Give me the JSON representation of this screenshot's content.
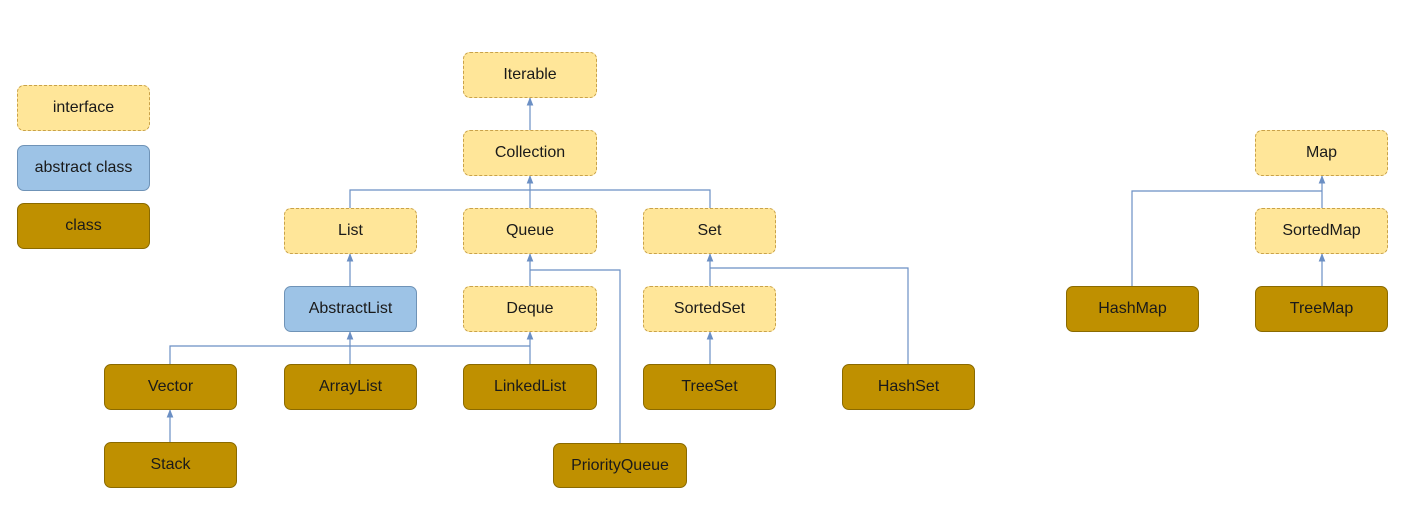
{
  "legend": {
    "interface": "interface",
    "abstract": "abstract class",
    "class": "class"
  },
  "colors": {
    "interface_fill": "#ffe699",
    "abstract_fill": "#9dc3e6",
    "class_fill": "#bf9000",
    "edge": "#6b8fc4"
  },
  "nodes": {
    "iterable": "Iterable",
    "collection": "Collection",
    "list": "List",
    "queue": "Queue",
    "set": "Set",
    "abstractlist": "AbstractList",
    "deque": "Deque",
    "sortedset": "SortedSet",
    "vector": "Vector",
    "arraylist": "ArrayList",
    "linkedlist": "LinkedList",
    "treeset": "TreeSet",
    "hashset": "HashSet",
    "stack": "Stack",
    "priorityqueue": "PriorityQueue",
    "map": "Map",
    "sortedmap": "SortedMap",
    "hashmap": "HashMap",
    "treemap": "TreeMap"
  },
  "edges": [
    [
      "Collection",
      "Iterable"
    ],
    [
      "List",
      "Collection"
    ],
    [
      "Queue",
      "Collection"
    ],
    [
      "Set",
      "Collection"
    ],
    [
      "AbstractList",
      "List"
    ],
    [
      "Deque",
      "Queue"
    ],
    [
      "SortedSet",
      "Set"
    ],
    [
      "Vector",
      "AbstractList"
    ],
    [
      "ArrayList",
      "AbstractList"
    ],
    [
      "LinkedList",
      "AbstractList"
    ],
    [
      "LinkedList",
      "Deque"
    ],
    [
      "TreeSet",
      "SortedSet"
    ],
    [
      "HashSet",
      "Set"
    ],
    [
      "Stack",
      "Vector"
    ],
    [
      "PriorityQueue",
      "Queue"
    ],
    [
      "SortedMap",
      "Map"
    ],
    [
      "HashMap",
      "Map"
    ],
    [
      "TreeMap",
      "SortedMap"
    ]
  ]
}
